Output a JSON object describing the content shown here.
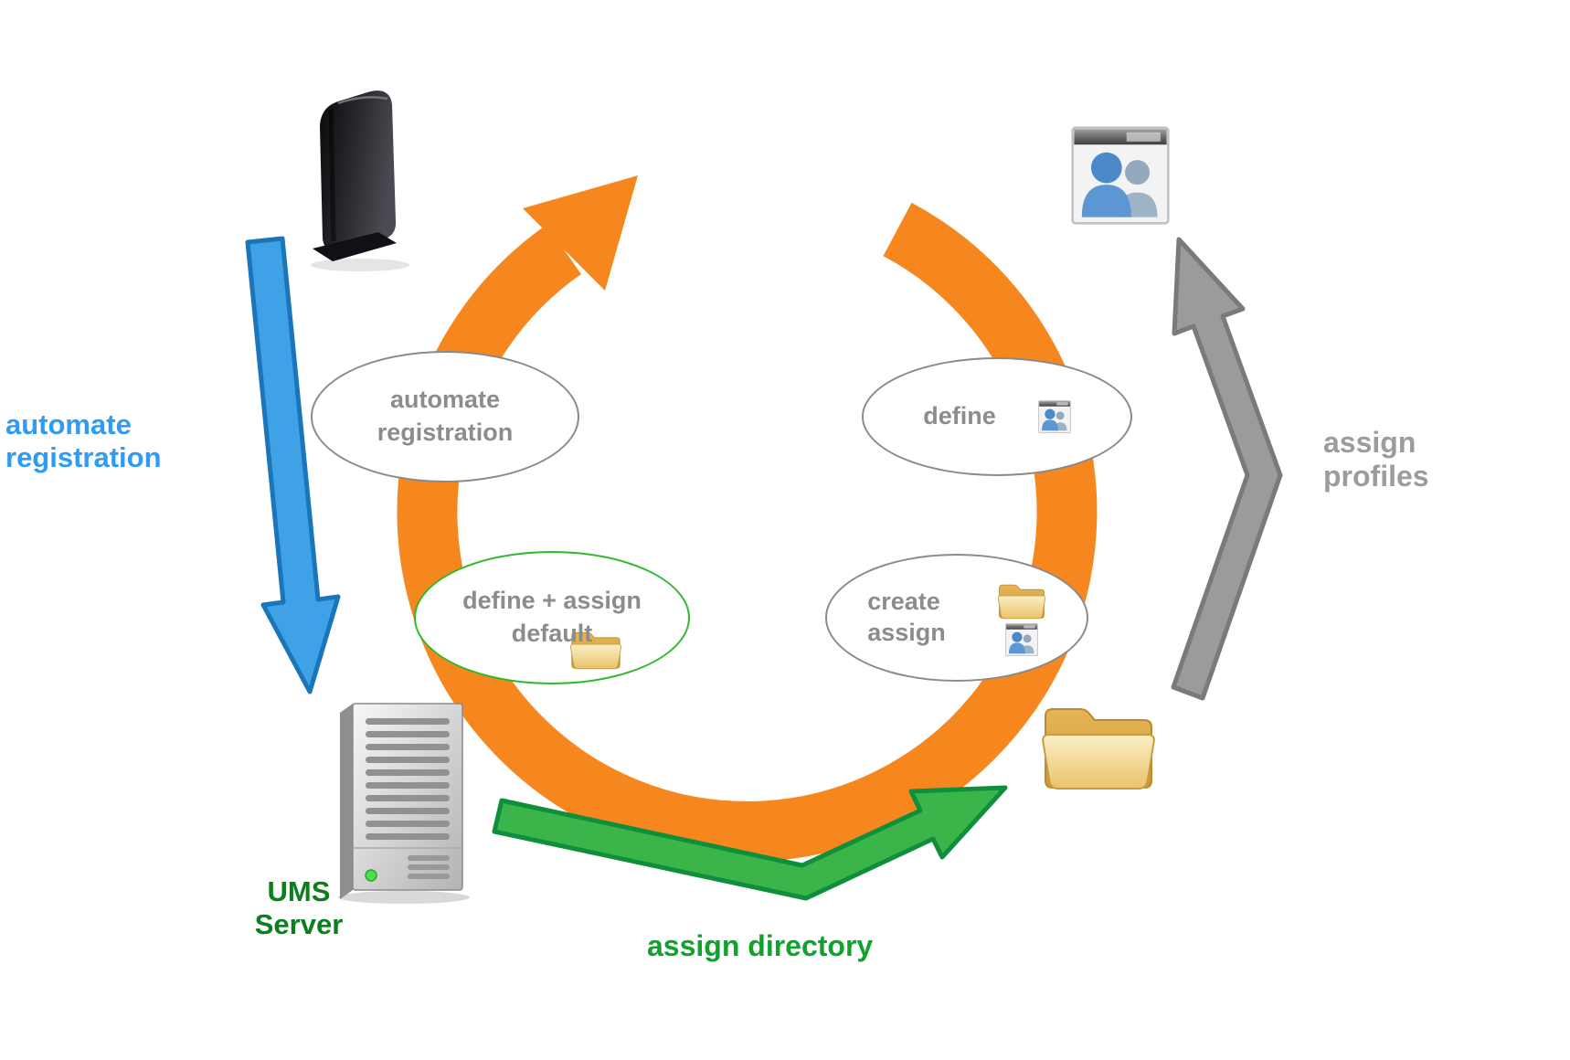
{
  "labels": {
    "automate_registration": {
      "line1": "automate",
      "line2": "registration"
    },
    "ums_server": {
      "line1": "UMS",
      "line2": "Server"
    },
    "assign_directory": "assign directory",
    "assign_profiles": {
      "line1": "assign",
      "line2": "profiles"
    }
  },
  "bubbles": {
    "automate_registration": {
      "line1": "automate",
      "line2": "registration"
    },
    "define": {
      "text": "define"
    },
    "define_assign_default": {
      "line1": "define + assign",
      "line2": "default"
    },
    "create_assign": {
      "line1": "create",
      "line2": "assign"
    }
  },
  "icons": {
    "top_left": "thin-client-device",
    "bottom_left": "ums-server-tower",
    "bottom_right": "directory-folder",
    "top_right": "user-profiles-card",
    "bubble_define": "user-profiles-mini",
    "bubble_default": "folder-mini",
    "bubble_create_assign": [
      "folder-mini",
      "user-profiles-mini"
    ]
  },
  "colors": {
    "cycle_orange": "#F6871F",
    "arrow_blue_fill": "#3FA2E6",
    "arrow_blue_border": "#1B75BB",
    "arrow_green_fill": "#3BB54A",
    "arrow_green_border": "#0F8F3C",
    "arrow_gray_fill": "#9B9B9B",
    "arrow_gray_border": "#7A7A7A",
    "label_blue": "#2E9BF4",
    "label_green_dark": "#0B7E1E",
    "label_green": "#0FA32C",
    "label_gray": "#9C9C9C",
    "bubble_text": "#8C8C8C",
    "bubble_border": "#8A8A8A",
    "bubble_border_green": "#2DB82D",
    "folder_yellow": "#EDC368"
  }
}
